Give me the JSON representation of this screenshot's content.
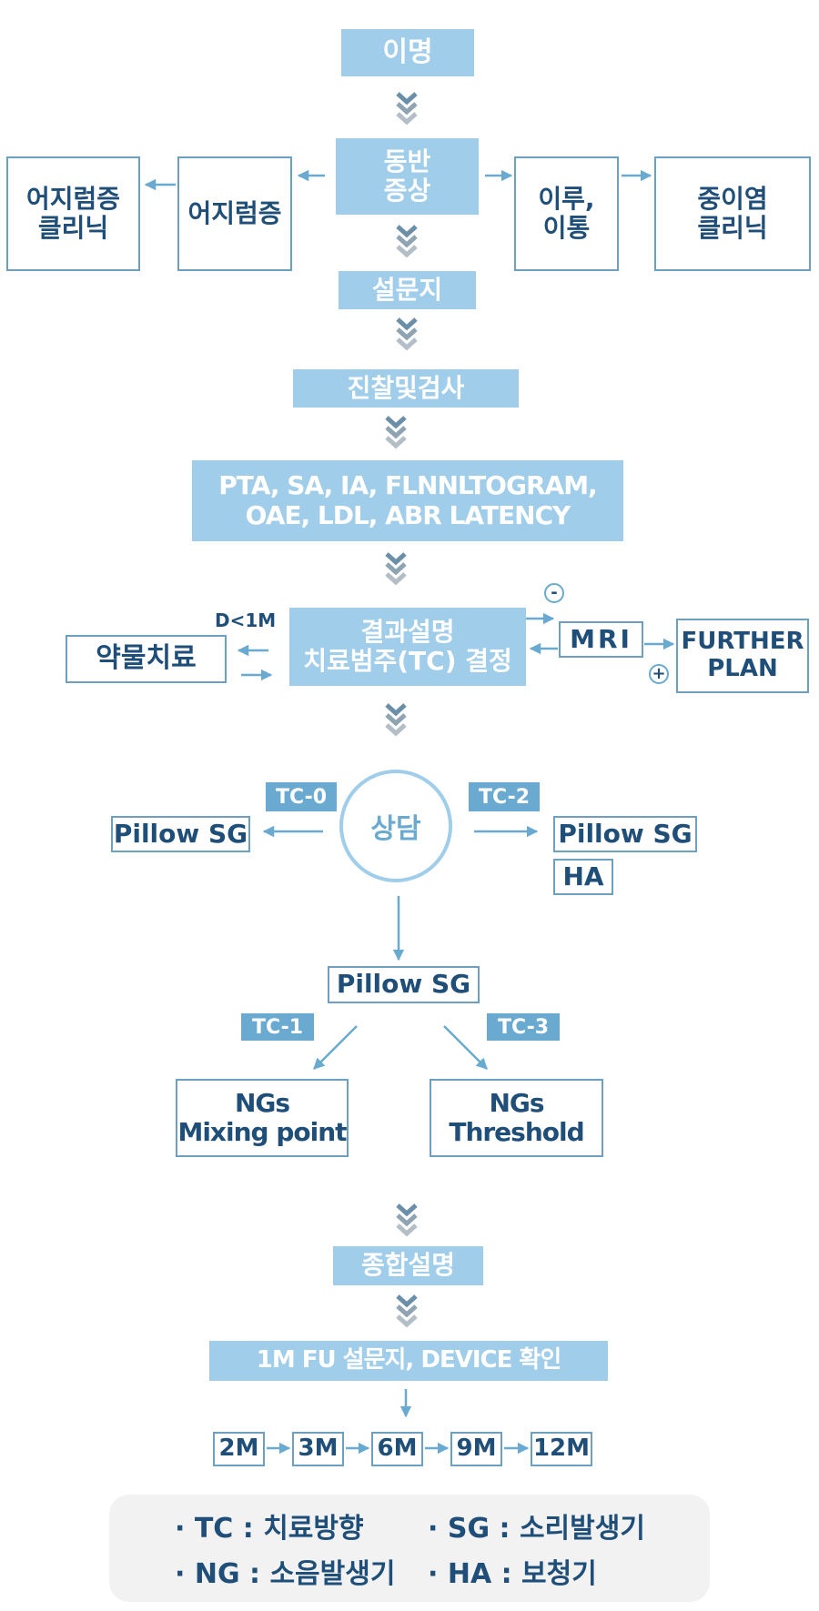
{
  "nodes": {
    "start": "이명",
    "symptoms": "동반\n증상",
    "dizziness": "어지럼증",
    "dizziness_clinic": "어지럼증\n클리닉",
    "otorrhea": "이루,\n이통",
    "otitis_clinic": "중이염\n클리닉",
    "questionnaire": "설문지",
    "exam": "진찰및검사",
    "tests": "PTA, SA, IA, FLNNLTOGRAM,\nOAE, LDL, ABR LATENCY",
    "result": "결과설명\n치료범주(TC) 결정",
    "meds": "약물치료",
    "d1m": "D<1M",
    "mri": "MRI",
    "minus": "-",
    "plus": "+",
    "further": "FURTHER\nPLAN",
    "counsel": "상담",
    "tc0_out": "Pillow SG",
    "tc2_out1": "Pillow SG",
    "tc2_out2": "HA",
    "pillow_center": "Pillow SG",
    "ng_mix": "NGs\nMixing point",
    "ng_thr": "NGs\nThreshold",
    "summary": "종합설명",
    "fu": "1M FU 설문지, DEVICE 확인"
  },
  "tags": {
    "tc0": "TC-0",
    "tc1": "TC-1",
    "tc2": "TC-2",
    "tc3": "TC-3"
  },
  "followups": [
    "2M",
    "3M",
    "6M",
    "9M",
    "12M"
  ],
  "legend": [
    "· TC : 치료방향",
    "· SG : 소리발생기",
    "· NG : 소음발생기",
    "· HA : 보청기"
  ],
  "colors": {
    "fill": "#a0cde9",
    "border": "#6ba0c0",
    "text": "#1f4e79",
    "tag": "#6aaad0"
  }
}
